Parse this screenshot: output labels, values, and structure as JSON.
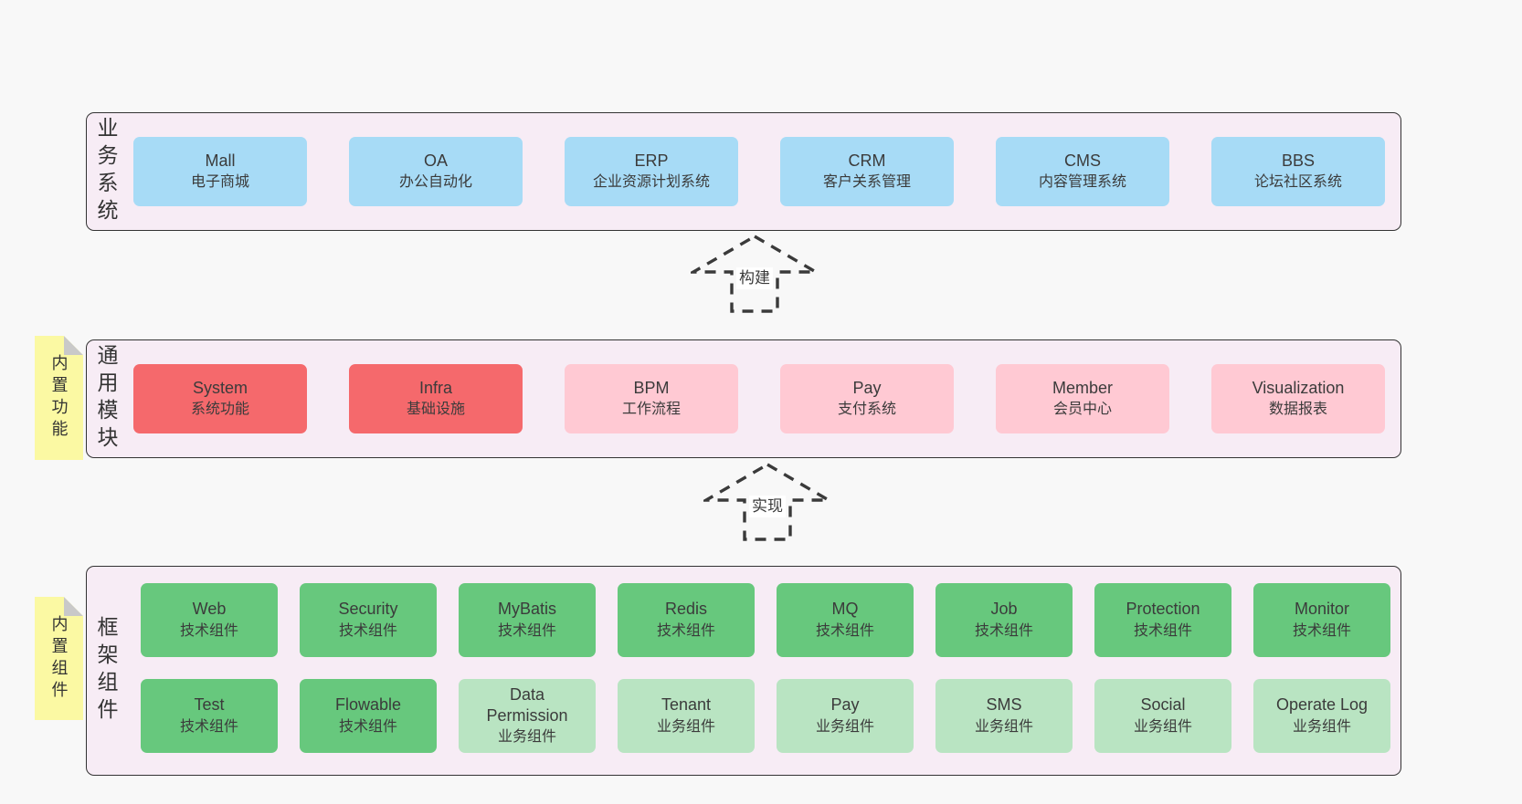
{
  "colors": {
    "page_bg": "#f8f8f8",
    "container_bg": "#f7ecf5",
    "container_border": "#333333",
    "business_box": "#a7dbf6",
    "module_core_box": "#f5696c",
    "module_box": "#ffc9d3",
    "tech_component_box": "#67c87d",
    "biz_component_box": "#b9e4c2",
    "note_bg": "#fbf9a3",
    "note_fold": "#c9c9c9",
    "arrow_stroke": "#3a3a3a",
    "text": "#3b3b3b"
  },
  "layers": {
    "business": {
      "label": "业务系统",
      "boxes": [
        {
          "name": "Mall",
          "desc": "电子商城"
        },
        {
          "name": "OA",
          "desc": "办公自动化"
        },
        {
          "name": "ERP",
          "desc": "企业资源计划系统"
        },
        {
          "name": "CRM",
          "desc": "客户关系管理"
        },
        {
          "name": "CMS",
          "desc": "内容管理系统"
        },
        {
          "name": "BBS",
          "desc": "论坛社区系统"
        }
      ]
    },
    "modules": {
      "label": "通用模块",
      "note": "内置功能",
      "boxes": [
        {
          "name": "System",
          "desc": "系统功能"
        },
        {
          "name": "Infra",
          "desc": "基础设施"
        },
        {
          "name": "BPM",
          "desc": "工作流程"
        },
        {
          "name": "Pay",
          "desc": "支付系统"
        },
        {
          "name": "Member",
          "desc": "会员中心"
        },
        {
          "name": "Visualization",
          "desc": "数据报表"
        }
      ]
    },
    "components": {
      "label": "框架组件",
      "note": "内置组件",
      "row1": [
        {
          "name": "Web",
          "desc": "技术组件"
        },
        {
          "name": "Security",
          "desc": "技术组件"
        },
        {
          "name": "MyBatis",
          "desc": "技术组件"
        },
        {
          "name": "Redis",
          "desc": "技术组件"
        },
        {
          "name": "MQ",
          "desc": "技术组件"
        },
        {
          "name": "Job",
          "desc": "技术组件"
        },
        {
          "name": "Protection",
          "desc": "技术组件"
        },
        {
          "name": "Monitor",
          "desc": "技术组件"
        }
      ],
      "row2": [
        {
          "name": "Test",
          "desc": "技术组件"
        },
        {
          "name": "Flowable",
          "desc": "技术组件"
        },
        {
          "name": "Data\nPermission",
          "desc": "业务组件"
        },
        {
          "name": "Tenant",
          "desc": "业务组件"
        },
        {
          "name": "Pay",
          "desc": "业务组件"
        },
        {
          "name": "SMS",
          "desc": "业务组件"
        },
        {
          "name": "Social",
          "desc": "业务组件"
        },
        {
          "name": "Operate Log",
          "desc": "业务组件"
        }
      ]
    }
  },
  "arrows": {
    "build": "构建",
    "implement": "实现"
  }
}
